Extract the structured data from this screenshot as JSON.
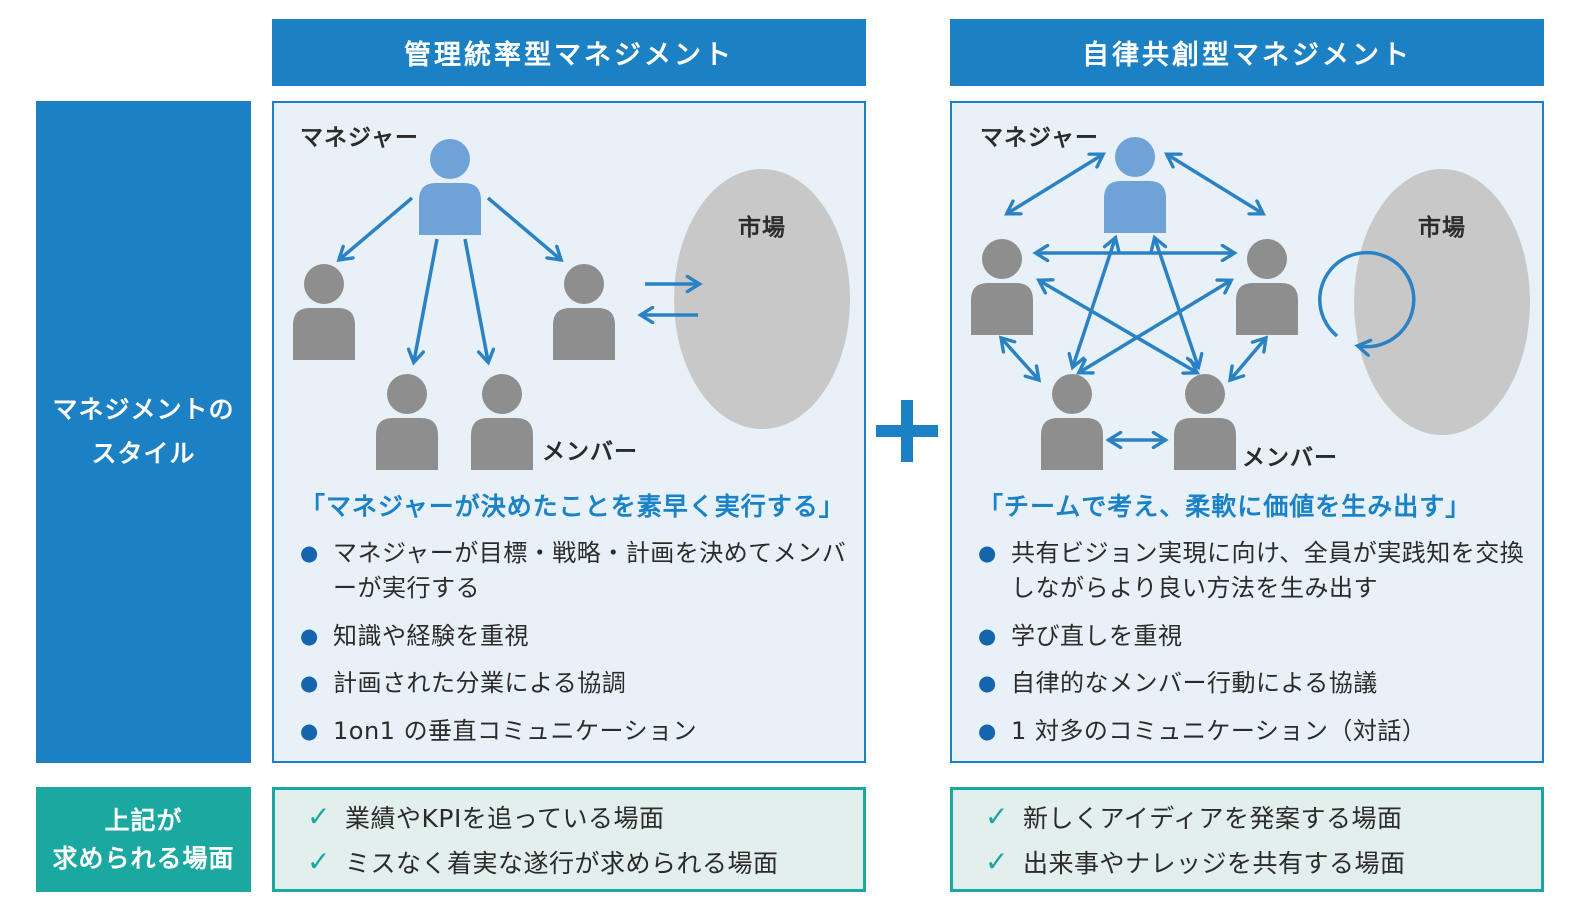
{
  "headers": {
    "left": "管理統率型マネジメント",
    "right": "自律共創型マネジメント"
  },
  "sidebar": {
    "style_line1": "マネジメントの",
    "style_line2": "スタイル",
    "scene_line1": "上記が",
    "scene_line2": "求められる場面"
  },
  "left": {
    "manager_label": "マネジャー",
    "member_label": "メンバー",
    "market_label": "市場",
    "quote": "「マネジャーが決めたことを素早く実行する」",
    "bullets": [
      "マネジャーが目標・戦略・計画を決めてメンバーが実行する",
      "知識や経験を重視",
      "計画された分業による協調",
      "1on1 の垂直コミュニケーション"
    ],
    "scenes": [
      "業績やKPIを追っている場面",
      "ミスなく着実な遂行が求められる場面"
    ]
  },
  "right": {
    "manager_label": "マネジャー",
    "member_label": "メンバー",
    "market_label": "市場",
    "quote": "「チームで考え、柔軟に価値を生み出す」",
    "bullets": [
      "共有ビジョン実現に向け、全員が実践知を交換しながらより良い方法を生み出す",
      "学び直しを重視",
      "自律的なメンバー行動による協議",
      "1 対多のコミュニケーション（対話）"
    ],
    "scenes": [
      "新しくアイディアを発案する場面",
      "出来事やナレッジを共有する場面"
    ]
  },
  "glyphs": {
    "bullet": "●",
    "check": "✓"
  },
  "colors": {
    "blue": "#1b80c4",
    "teal": "#1aa8a0",
    "manager_blue": "#6fa3d8",
    "member_gray": "#8e8e8e",
    "market_gray": "#c8c8c8",
    "panel_bg": "#e8f0f8",
    "scene_bg": "#e2efed",
    "quote_blue": "#1a82c6",
    "bullet_dot": "#1465ad",
    "text": "#2b2b2b"
  }
}
